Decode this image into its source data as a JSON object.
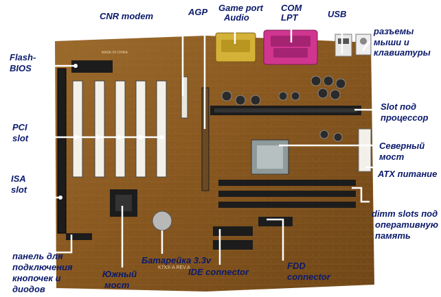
{
  "board": {
    "silkscreen_model": "K7XX-A REV.A",
    "silkscreen_top": "MADE IN CHINA"
  },
  "labels": {
    "cnr_modem": "CNR modem",
    "agp": "AGP",
    "game_port_l1": "Game port",
    "game_port_l2": "Audio",
    "com_l1": "COM",
    "com_l2": "LPT",
    "usb": "USB",
    "ps2_l1": "разъемы",
    "ps2_l2": "мыши и",
    "ps2_l3": "клавиатуры",
    "flash_l1": "Flash-",
    "flash_l2": "BIOS",
    "pci_l1": "PCI",
    "pci_l2": "slot",
    "slot_l1": "Slot под",
    "slot_l2": "процессор",
    "north_l1": "Северный",
    "north_l2": "мост",
    "atx": "ATX питание",
    "isa_l1": "ISA",
    "isa_l2": "slot",
    "dimm_l1": "dimm slots под",
    "dimm_l2": "оперативную",
    "dimm_l3": "память",
    "panel_l1": "панель для",
    "panel_l2": "подключения",
    "panel_l3": "кнопочек и",
    "panel_l4": "диодов",
    "south_l1": "Южный",
    "south_l2": "мост",
    "battery": "Батарейка 3.3v",
    "ide": "IDE connector",
    "fdd_l1": "FDD",
    "fdd_l2": "connector"
  },
  "colors": {
    "pcb": "#8a5a22",
    "label_text": "#0b1a6b",
    "pointer": "#ffffff",
    "slot_white": "#f2f0e8",
    "chip_black": "#1c1c1c",
    "parallel_port": "#d0358f",
    "game_port": "#d4b238"
  }
}
